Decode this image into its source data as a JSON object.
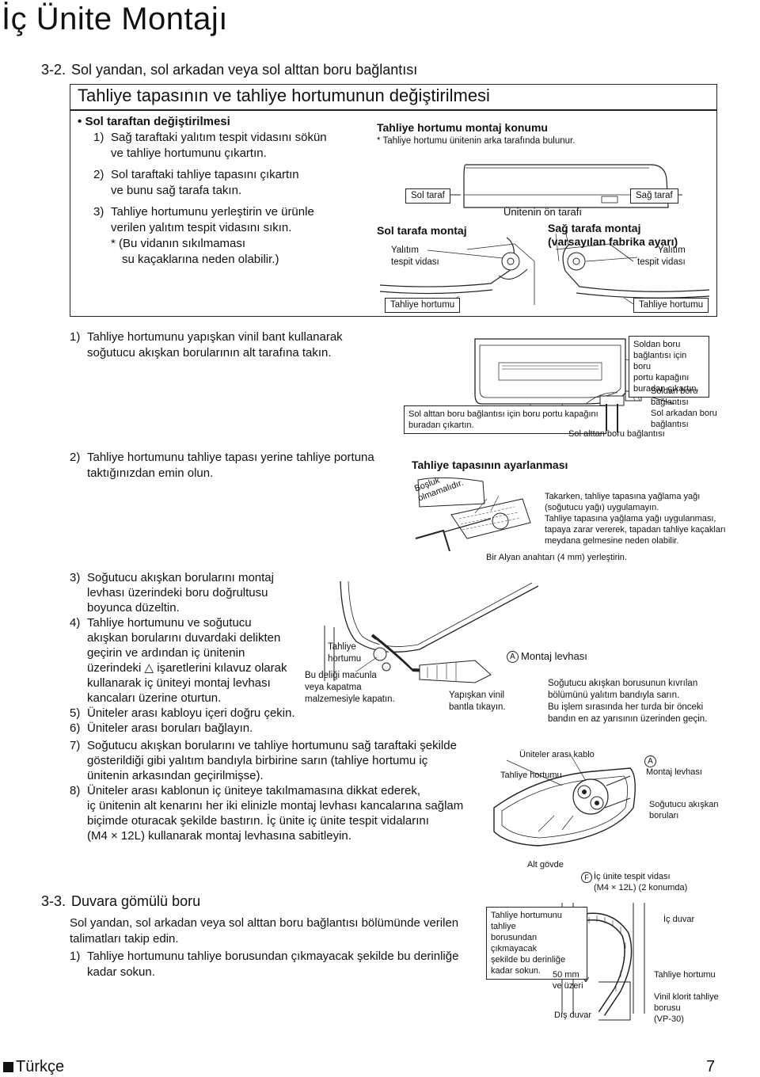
{
  "page_title": "İç Ünite Montajı",
  "sec32": {
    "num": "3-2.",
    "title": "Sol yandan, sol arkadan veya sol alttan boru bağlantısı"
  },
  "box": {
    "title": "Tahliye tapasının ve tahliye hortumunun değiştirilmesi",
    "bullet": "•",
    "subhead": "Sol taraftan değiştirilmesi",
    "steps": [
      {
        "n": "1)",
        "lines": [
          "Sağ taraftaki yalıtım tespit vidasını sökün",
          "ve tahliye hortumunu çıkartın."
        ]
      },
      {
        "n": "2)",
        "lines": [
          "Sol taraftaki tahliye tapasını çıkartın",
          "ve bunu sağ tarafa takın."
        ]
      },
      {
        "n": "3)",
        "lines": [
          "Tahliye hortumunu yerleştirin ve ürünle",
          "verilen yalıtım tespit vidasını sıkın."
        ]
      }
    ],
    "note": [
      "* (Bu vidanın sıkılmaması",
      "su kaçaklarına neden olabilir.)"
    ],
    "diagram": {
      "heading": "Tahliye hortumu montaj konumu",
      "subheading": "* Tahliye hortumu ünitenin arka tarafında bulunur.",
      "sol_taraf": "Sol taraf",
      "sag_taraf": "Sağ taraf",
      "front": "Ünitenin ön tarafı",
      "left_mount": "Sol tarafa montaj",
      "right_mount_1": "Sağ tarafa montaj",
      "right_mount_2": "(varsayılan fabrika ayarı)",
      "insul_left_1": "Yalıtım",
      "insul_left_2": "tespit vidası",
      "insul_right_1": "Yalıtım",
      "insul_right_2": "tespit vidası",
      "hose_left": "Tahliye hortumu",
      "hose_right": "Tahliye hortumu"
    }
  },
  "step1": {
    "n": "1)",
    "lines": [
      "Tahliye hortumunu yapışkan vinil bant kullanarak",
      "soğutucu akışkan borularının alt tarafına takın."
    ]
  },
  "fig1": {
    "right_note": [
      "Soldan boru",
      "bağlantısı için boru",
      "portu kapağını",
      "buradan çıkartın."
    ],
    "bottom_note": [
      "Sol alttan boru bağlantısı için boru portu kapağını",
      "buradan çıkartın."
    ],
    "left_conn": [
      "Soldan boru",
      "bağlantısı"
    ],
    "rear_conn": [
      "Sol arkadan boru",
      "bağlantısı"
    ],
    "bottom_conn": "Sol alttan boru bağlantısı"
  },
  "step2": {
    "n": "2)",
    "lines": [
      "Tahliye hortumunu tahliye tapası yerine tahliye portuna",
      "taktığınızdan emin olun."
    ]
  },
  "fig2": {
    "heading": "Tahliye tapasının ayarlanması",
    "gap": [
      "Boşluk",
      "olmamalıdır."
    ],
    "note": [
      "Takarken, tahliye tapasına yağlama yağı",
      "(soğutucu yağı) uygulamayın.",
      "Tahliye tapasına yağlama yağı uygulanması,",
      "tapaya zarar vererek, tapadan tahliye kaçakları",
      "meydana gelmesine neden olabilir."
    ],
    "allen": "Bir Alyan anahtarı (4 mm) yerleştirin."
  },
  "steps3to8": [
    {
      "n": "3)",
      "lines": [
        "Soğutucu akışkan borularını montaj",
        "levhası üzerindeki boru doğrultusu",
        "boyunca düzeltin."
      ]
    },
    {
      "n": "4)",
      "lines": [
        "Tahliye hortumunu ve soğutucu",
        "akışkan borularını duvardaki delikten",
        "geçirin ve ardından iç ünitenin",
        "üzerindeki △ işaretlerini kılavuz olarak",
        "kullanarak iç üniteyi montaj levhası",
        "kancaları üzerine oturtun."
      ]
    },
    {
      "n": "5)",
      "lines": [
        "Üniteler arası kabloyu içeri doğru çekin."
      ]
    },
    {
      "n": "6)",
      "lines": [
        "Üniteler arası boruları bağlayın."
      ]
    },
    {
      "n": "7)",
      "lines": [
        "Soğutucu akışkan borularını ve tahliye hortumunu sağ taraftaki şekilde",
        "gösterildiği gibi yalıtım bandıyla birbirine sarın (tahliye hortumu iç",
        "ünitenin arkasından geçirilmişse)."
      ]
    },
    {
      "n": "8)",
      "lines": [
        "Üniteler arası kablonun iç üniteye takılmamasına dikkat ederek,",
        "iç ünitenin alt kenarını her iki elinizle montaj levhası kancalarına sağlam",
        "biçimde oturacak şekilde bastırın. İç ünite iç ünite tespit vidalarını",
        "(M4 × 12L) kullanarak montaj levhasına sabitleyin."
      ]
    }
  ],
  "fig3": {
    "hose": [
      "Tahliye",
      "hortumu"
    ],
    "putty": [
      "Bu deliği macunla",
      "veya kapatma",
      "malzemesiyle kapatın."
    ],
    "vinyl": [
      "Yapışkan vinil",
      "bantla tıkayın."
    ],
    "a_mark": "A",
    "plate": "Montaj levhası",
    "bend": [
      "Soğutucu akışkan borusunun kıvrılan",
      "bölümünü yalıtım bandıyla sarın.",
      "Bu işlem sırasında her turda bir önceki",
      "bandın en az yarısının üzerinden geçin."
    ]
  },
  "fig4": {
    "cable": "Üniteler arası kablo",
    "hose": "Tahliye hortumu",
    "a_mark": "A",
    "plate": "Montaj levhası",
    "pipes": [
      "Soğutucu akışkan",
      "boruları"
    ],
    "body": "Alt gövde",
    "f_mark": "F",
    "screw": [
      "İç ünite tespit vidası",
      "(M4 × 12L) (2 konumda)"
    ]
  },
  "sec33": {
    "num": "3-3.",
    "title": "Duvara gömülü boru",
    "intro": [
      "Sol yandan, sol arkadan veya sol alttan boru bağlantısı bölümünde verilen",
      "talimatları takip edin."
    ],
    "step": {
      "n": "1)",
      "lines": [
        "Tahliye hortumunu tahliye borusundan çıkmayacak şekilde bu derinliğe",
        "kadar sokun."
      ]
    }
  },
  "fig5": {
    "box_note": [
      "Tahliye hortumunu tahliye",
      "borusundan çıkmayacak",
      "şekilde bu derinliğe",
      "kadar sokun."
    ],
    "inner_wall": "İç duvar",
    "hose": "Tahliye hortumu",
    "depth": [
      "50 mm",
      "ve üzeri"
    ],
    "vinyl_pipe": [
      "Vinil klorit tahliye",
      "borusu",
      "(VP-30)"
    ],
    "outer_wall": "Dış duvar"
  },
  "footer": {
    "language": "Türkçe",
    "page": "7"
  }
}
